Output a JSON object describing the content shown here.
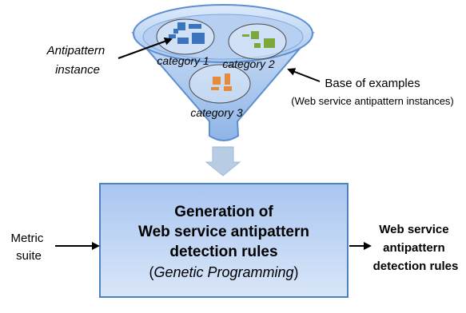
{
  "funnel": {
    "base_label": "Base of examples",
    "base_sublabel": "(Web service antipattern instances)",
    "categories": [
      {
        "label": "category 1",
        "color": "#3a74bf"
      },
      {
        "label": "category 2",
        "color": "#7aa83a"
      },
      {
        "label": "category 3",
        "color": "#e98a3a"
      }
    ]
  },
  "antipattern_label": {
    "line1": "Antipattern",
    "line2": "instance"
  },
  "input_label": {
    "line1": "Metric",
    "line2": "suite"
  },
  "process_box": {
    "line1": "Generation of",
    "line2": "Web service antipattern",
    "line3": "detection rules",
    "method_open": "(",
    "method": "Genetic Programming",
    "method_close": ")"
  },
  "output_label": {
    "line1": "Web service",
    "line2": "antipattern",
    "line3": "detection rules"
  },
  "colors": {
    "funnel_fill": "#9ec1ee",
    "funnel_stroke": "#5b8fd1",
    "box_fill": "#b4cdf2",
    "box_stroke": "#4f81bd",
    "down_arrow": "#b8cce4"
  }
}
